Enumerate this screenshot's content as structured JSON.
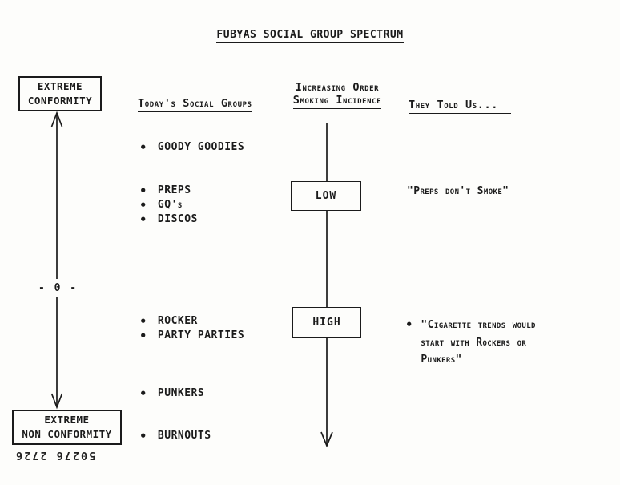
{
  "title": "FUBYAS SOCIAL GROUP SPECTRUM",
  "icons": {
    "bullet": "●"
  },
  "axis": {
    "top_box_line1": "EXTREME",
    "top_box_line2": "CONFORMITY",
    "midpoint": "- 0 -",
    "bottom_box_line1": "EXTREME",
    "bottom_box_line2": "NON CONFORMITY"
  },
  "headers": {
    "social_groups": "Today's Social Groups",
    "smoking_line1": "Increasing Order",
    "smoking_line2": "Smoking Incidence",
    "they_told_us": "They Told Us..."
  },
  "social_groups": [
    "GOODY GOODIES",
    "PREPS",
    "GQ's",
    "DISCOS",
    "ROCKER",
    "PARTY PARTIES",
    "PUNKERS",
    "BURNOUTS"
  ],
  "incidence": {
    "low": "LOW",
    "high": "HIGH"
  },
  "quotes": {
    "preps": "\"Preps don't Smoke\"",
    "cigarette_lines": [
      "\"Cigarette trends would",
      "start with Rockers or",
      "Punkers\""
    ]
  },
  "stamp": "50276 2726"
}
